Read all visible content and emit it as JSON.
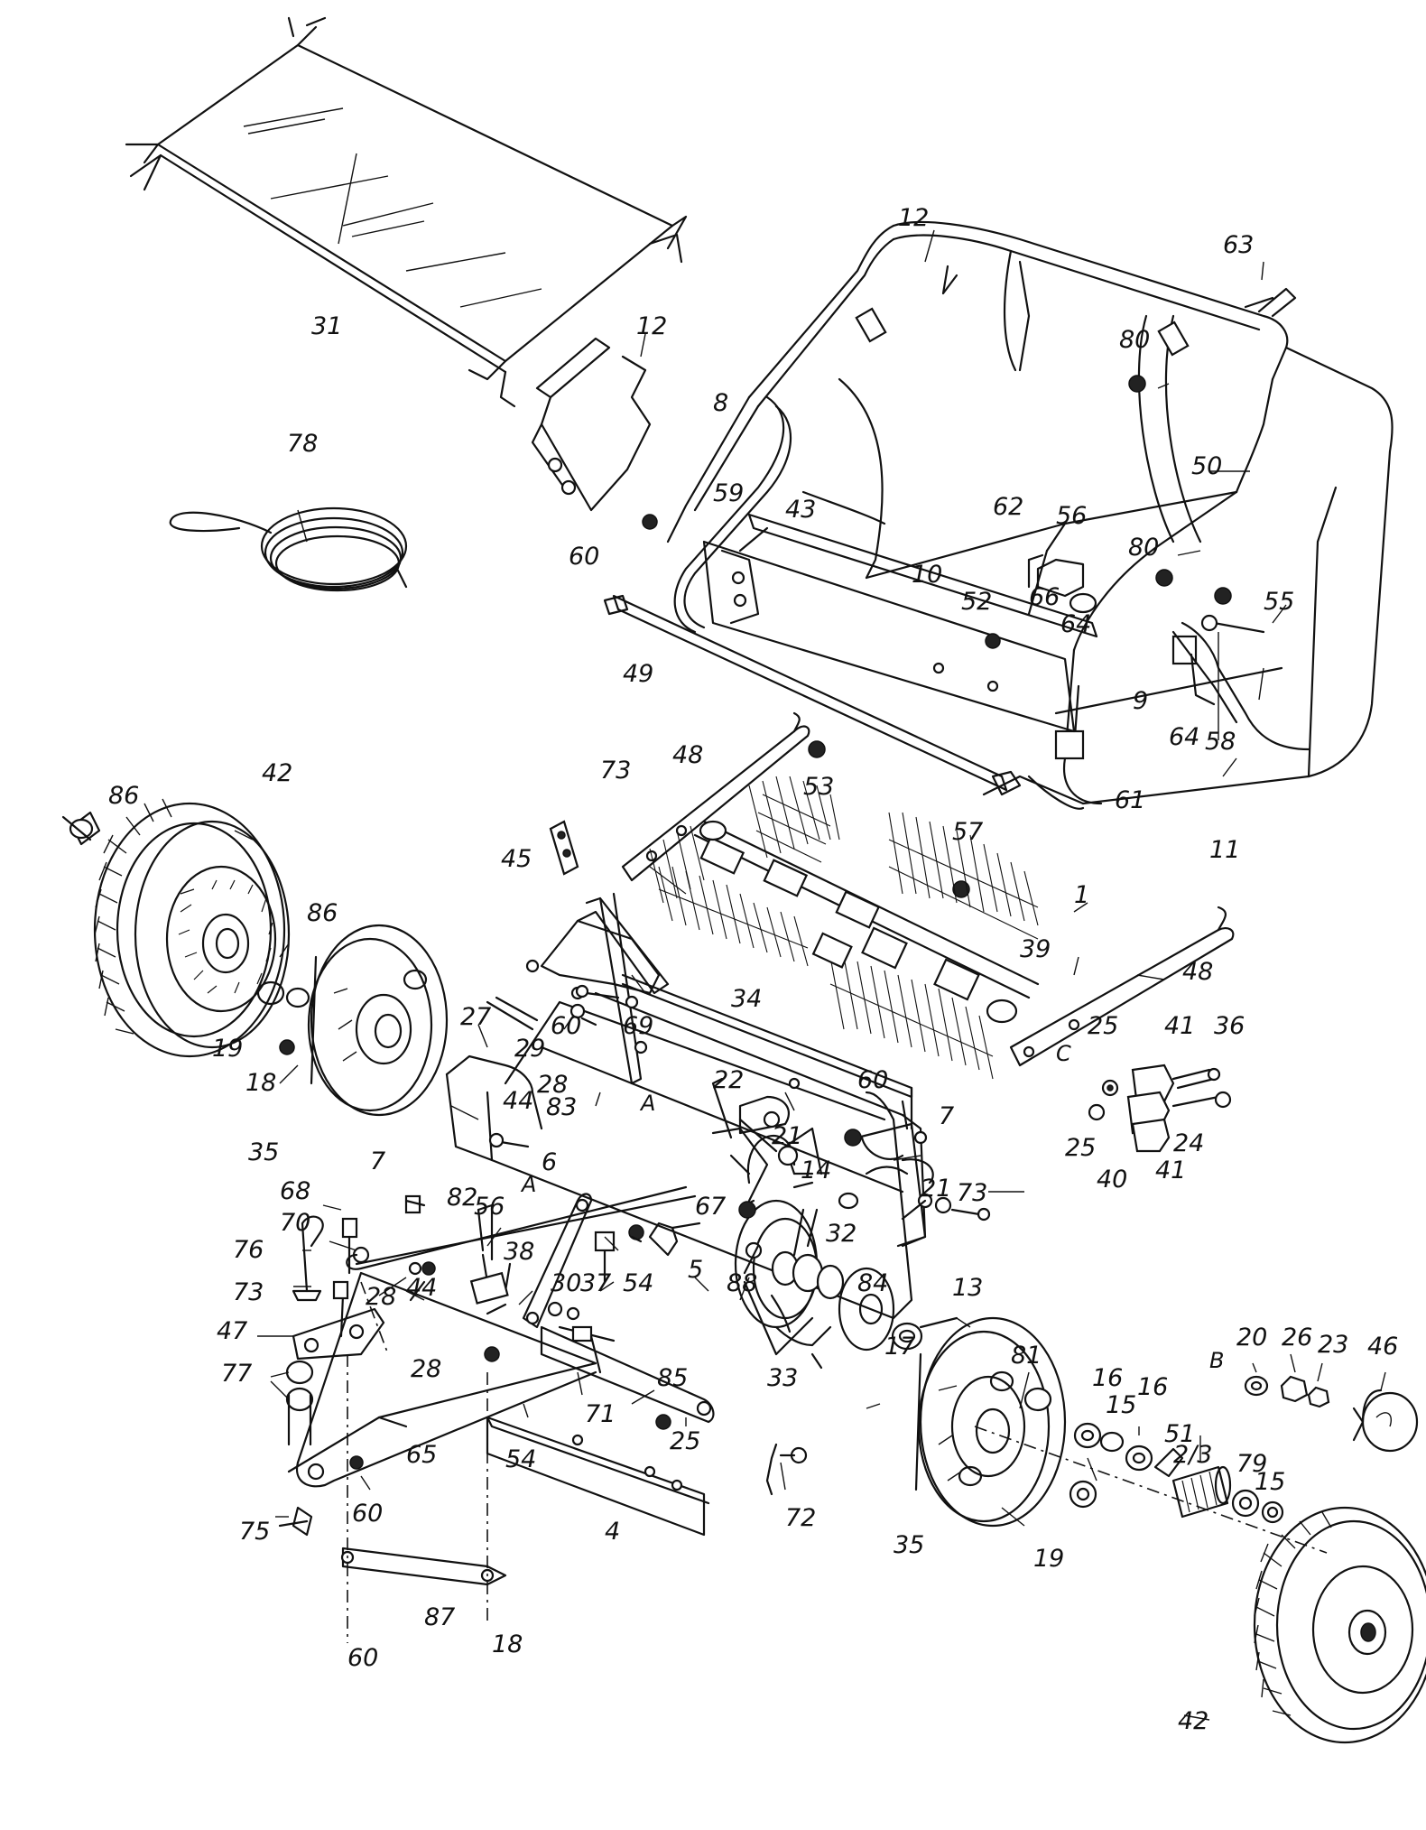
{
  "diagram": {
    "part_numbers": [
      "1",
      "2/3",
      "4",
      "5",
      "6",
      "7",
      "8",
      "9",
      "10",
      "11",
      "12",
      "13",
      "14",
      "15",
      "16",
      "17",
      "18",
      "19",
      "20",
      "21",
      "22",
      "23",
      "24",
      "25",
      "26",
      "27",
      "28",
      "29",
      "30",
      "31",
      "32",
      "33",
      "34",
      "35",
      "36",
      "37",
      "38",
      "39",
      "40",
      "41",
      "42",
      "43",
      "44",
      "45",
      "46",
      "47",
      "48",
      "49",
      "50",
      "51",
      "52",
      "53",
      "54",
      "55",
      "56",
      "57",
      "58",
      "59",
      "60",
      "61",
      "62",
      "63",
      "64",
      "65",
      "66",
      "67",
      "68",
      "69",
      "70",
      "71",
      "72",
      "73",
      "75",
      "76",
      "77",
      "78",
      "79",
      "80",
      "81",
      "82",
      "83",
      "84",
      "85",
      "86",
      "87",
      "88"
    ],
    "letter_labels": [
      "A",
      "B",
      "C"
    ],
    "components": {
      "hopper_basket": "10",
      "frame_handle": "12",
      "cover_sheet": "31",
      "cord_coil": "78",
      "brush_assembly": "1",
      "wheels": "42",
      "hubcaps": "35",
      "axle_rod": "34",
      "drive_gear": "2/3",
      "hub_cap_small": "46"
    }
  }
}
